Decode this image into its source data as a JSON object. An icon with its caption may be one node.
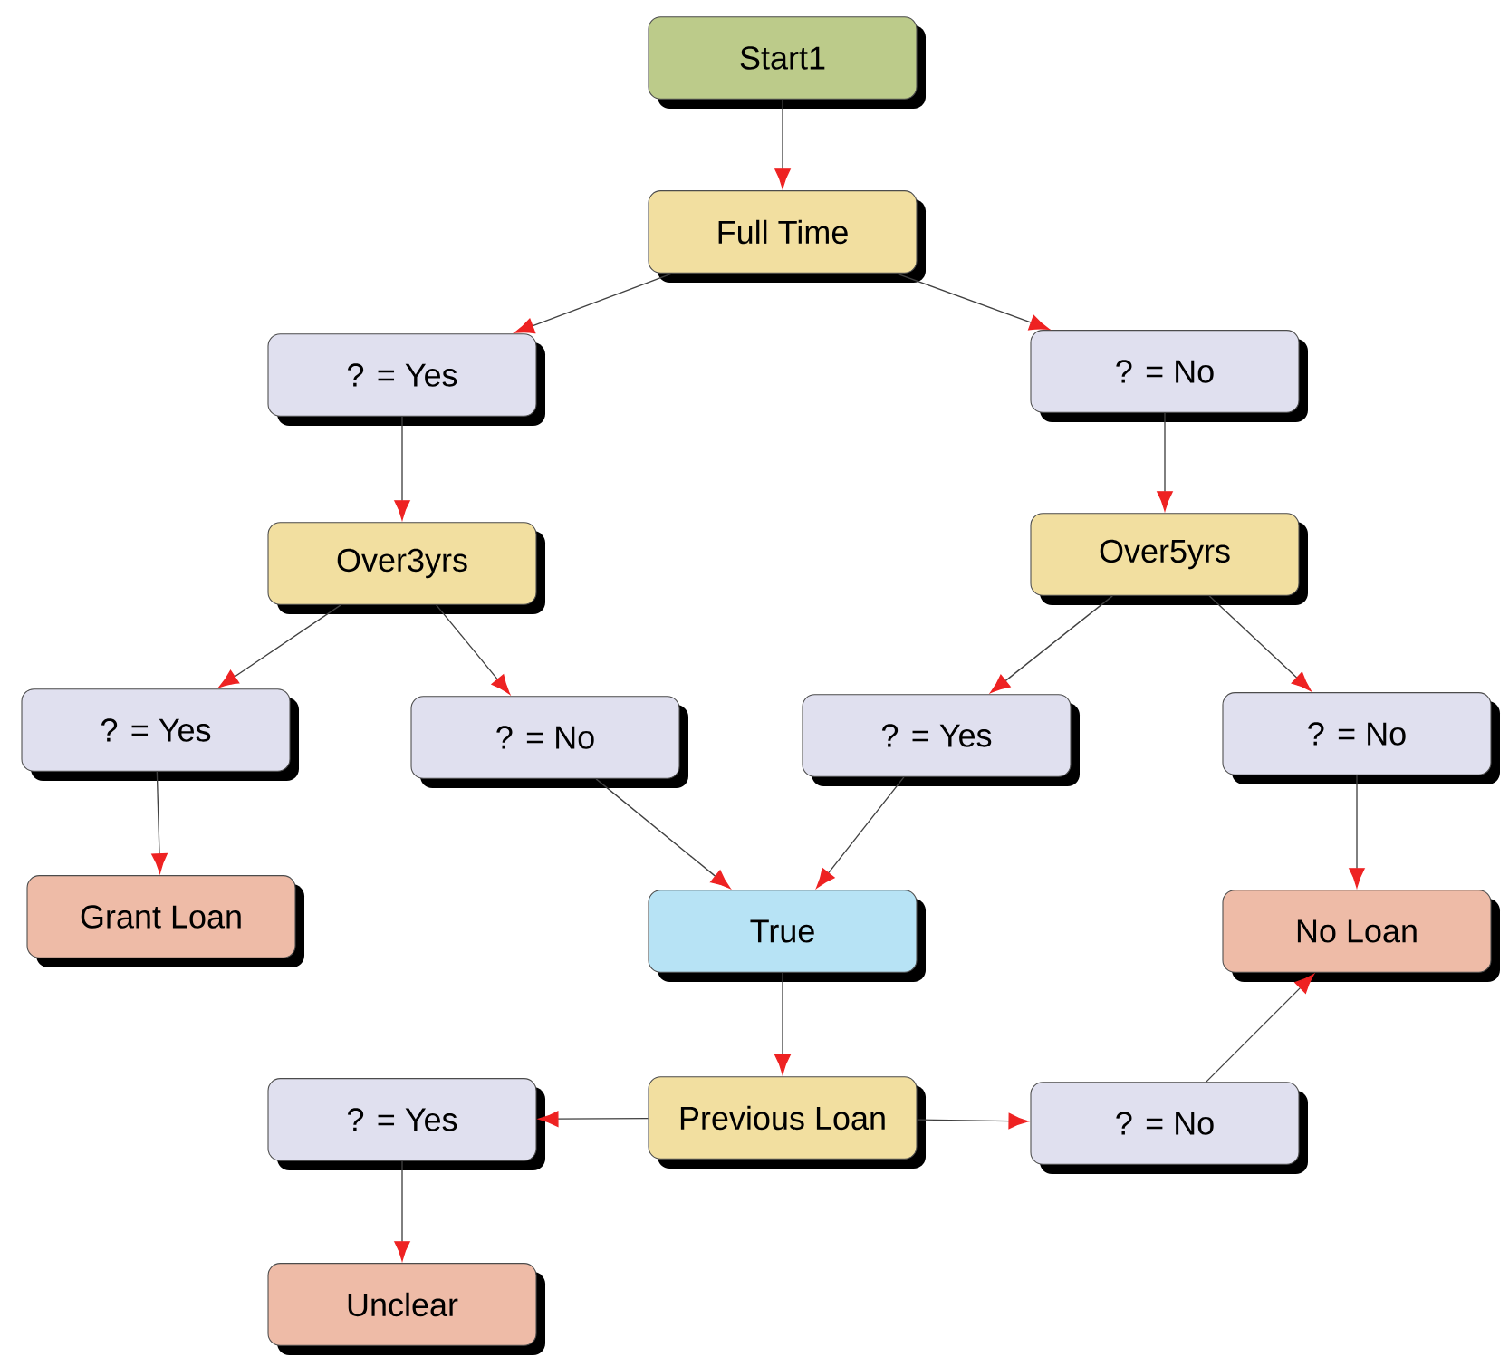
{
  "diagram": {
    "nodes": [
      {
        "text": [
          "Start1"
        ]
      },
      {
        "text": [
          "Full Time"
        ]
      },
      {
        "text": [
          "? = Yes"
        ]
      },
      {
        "text": [
          "? = No"
        ]
      },
      {
        "text": [
          "Over3yrs"
        ]
      },
      {
        "text": [
          "Over5yrs"
        ]
      },
      {
        "text": [
          "? = Yes"
        ]
      },
      {
        "text": [
          "? = No"
        ]
      },
      {
        "text": [
          "? = Yes"
        ]
      },
      {
        "text": [
          "? = No"
        ]
      },
      {
        "text": [
          "Grant Loan"
        ]
      },
      {
        "text": [
          "True"
        ]
      },
      {
        "text": [
          "No Loan"
        ]
      },
      {
        "text": [
          "Previous Loan"
        ]
      },
      {
        "text": [
          "? = Yes"
        ]
      },
      {
        "text": [
          "? = No"
        ]
      },
      {
        "text": [
          "Unclear"
        ]
      }
    ],
    "edges": [
      {
        "from": 0,
        "to": 1,
        "arrow": "to"
      },
      {
        "from": 1,
        "to": 2,
        "arrow": "to"
      },
      {
        "from": 1,
        "to": 3,
        "arrow": "to"
      },
      {
        "from": 2,
        "to": 4,
        "arrow": "to"
      },
      {
        "from": 3,
        "to": 5,
        "arrow": "to"
      },
      {
        "from": 4,
        "to": 6,
        "arrow": "to"
      },
      {
        "from": 4,
        "to": 7,
        "arrow": "to"
      },
      {
        "from": 5,
        "to": 8,
        "arrow": "to"
      },
      {
        "from": 5,
        "to": 9,
        "arrow": "to"
      },
      {
        "from": 6,
        "to": 10,
        "arrow": "to"
      },
      {
        "from": 7,
        "to": 11,
        "arrow": "to"
      },
      {
        "from": 8,
        "to": 11,
        "arrow": "to"
      },
      {
        "from": 9,
        "to": 12,
        "arrow": "to"
      },
      {
        "from": 11,
        "to": 13,
        "arrow": "to"
      },
      {
        "from": 13,
        "to": 14,
        "arrow": "to"
      },
      {
        "from": 13,
        "to": 15,
        "arrow": "to"
      },
      {
        "from": 15,
        "to": 12,
        "arrow": "to"
      },
      {
        "from": 14,
        "to": 16,
        "arrow": "to"
      }
    ]
  }
}
